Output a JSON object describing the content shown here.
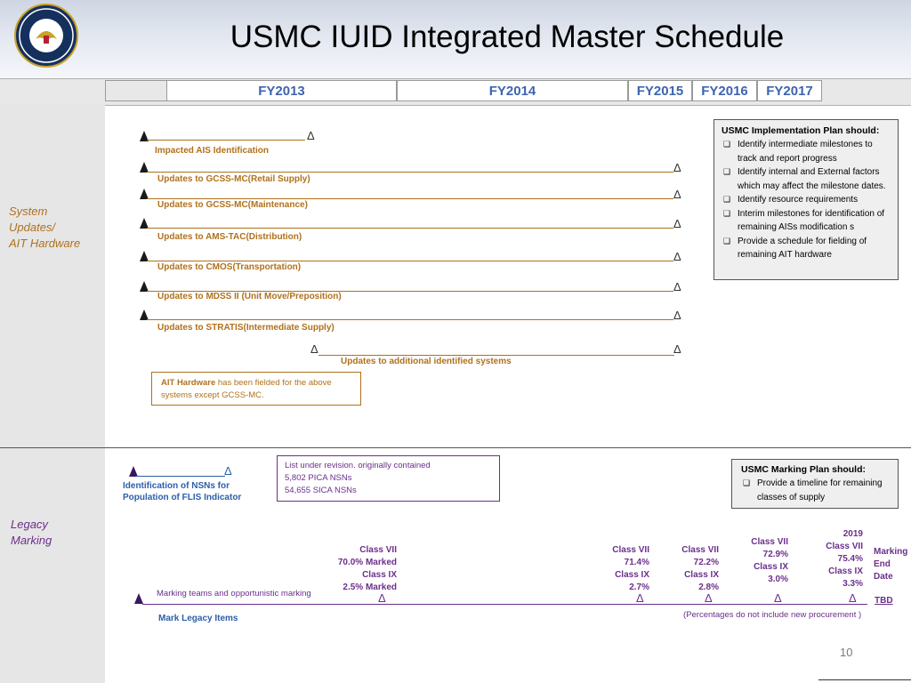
{
  "slide": {
    "title": "USMC IUID Integrated Master Schedule",
    "page_number": "10"
  },
  "fiscal_years": [
    "FY2013",
    "FY2014",
    "FY2015",
    "FY2016",
    "FY2017"
  ],
  "system_section": {
    "label": "System\nUpdates/\nAIT Hardware",
    "rows": [
      "Impacted AIS Identification",
      "Updates to GCSS-MC(Retail Supply)",
      "Updates to  GCSS-MC(Maintenance)",
      "Updates to  AMS-TAC(Distribution)",
      "Updates to CMOS(Transportation)",
      "Updates to  MDSS II (Unit Move/Preposition)",
      "Updates to  STRATIS(Intermediate Supply)",
      "Updates to additional identified systems"
    ],
    "ait_note_bold": "AIT Hardware",
    "ait_note_rest": "  has been fielded for  the above systems except GCSS-MC.",
    "plan_box": {
      "heading": "USMC Implementation Plan should:",
      "items": [
        "Identify intermediate milestones  to track and report progress",
        "Identify internal and External factors which may affect the milestone dates.",
        "Identify resource requirements",
        "Interim milestones for identification of remaining AISs modification s",
        "Provide a schedule for fielding of remaining AIT hardware"
      ]
    }
  },
  "legacy_section": {
    "label": "Legacy\nMarking",
    "nsn_label": "Identification of NSNs for Population of FLIS Indicator",
    "revision_note": [
      "List under revision.  originally contained",
      "5,802 PICA NSNs",
      "54,655 SICA NSNs"
    ],
    "marking_box": {
      "heading": "USMC Marking Plan should:",
      "item": "Provide a timeline for remaining classes of supply"
    },
    "milestones": [
      "Class VII\n70.0% Marked\nClass IX\n2.5% Marked",
      "Class VII\n71.4%\nClass IX\n2.7%",
      "Class VII\n72.2%\nClass IX\n2.8%",
      "Class VII\n72.9%\nClass IX\n3.0%",
      "2019\nClass VII\n75.4%\nClass IX\n3.3%"
    ],
    "end_label": "Marking\nEnd\nDate",
    "tbd": "TBD",
    "opportunistic": "Marking teams and opportunistic marking",
    "mark_items": "Mark Legacy Items",
    "footnote": "(Percentages do not include new procurement )"
  }
}
